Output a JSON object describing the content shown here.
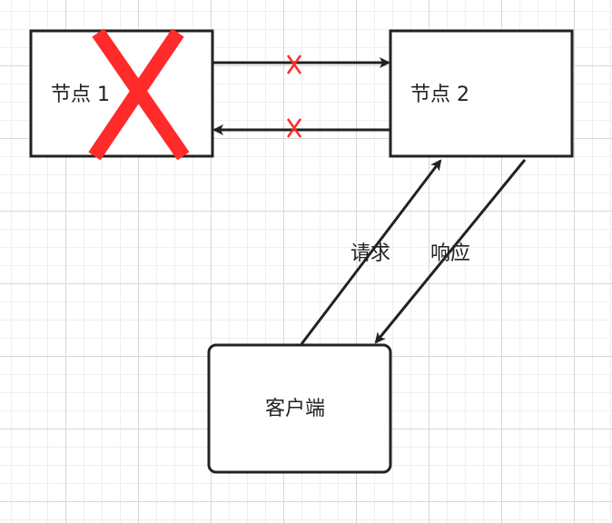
{
  "nodes": {
    "node1": {
      "label": "节点 1"
    },
    "node2": {
      "label": "节点 2"
    },
    "client": {
      "label": "客户端"
    }
  },
  "edges": {
    "request": {
      "label": "请求"
    },
    "response": {
      "label": "响应"
    }
  },
  "colors": {
    "stroke": "#222222",
    "cross": "#ff2a2a"
  }
}
